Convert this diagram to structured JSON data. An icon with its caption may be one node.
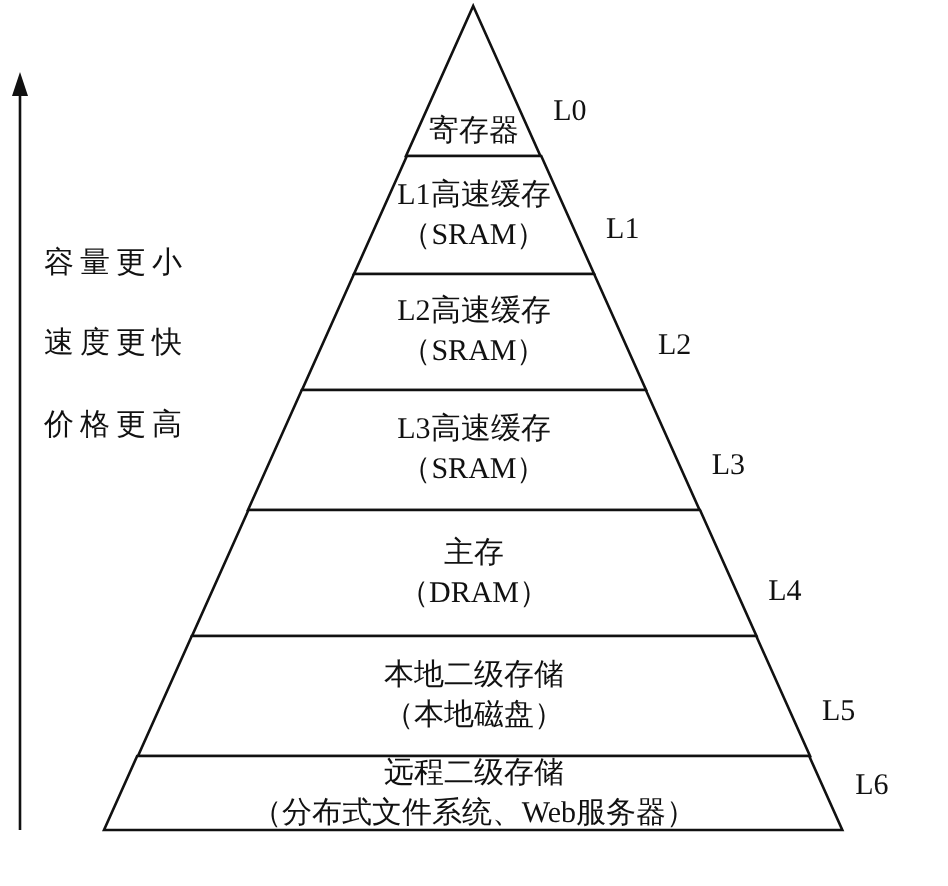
{
  "diagram": {
    "nodes": [
      {
        "text": [
          "寄存器"
        ],
        "beside": [
          "L0"
        ]
      },
      {
        "text": [
          "L1高速缓存",
          "（SRAM）"
        ],
        "beside": [
          "L1"
        ]
      },
      {
        "text": [
          "L2高速缓存",
          "（SRAM）"
        ],
        "beside": [
          "L2"
        ]
      },
      {
        "text": [
          "L3高速缓存",
          "（SRAM）"
        ],
        "beside": [
          "L3"
        ]
      },
      {
        "text": [
          "主存",
          "（DRAM）"
        ],
        "beside": [
          "L4"
        ]
      },
      {
        "text": [
          "本地二级存储",
          "（本地磁盘）"
        ],
        "beside": [
          "L5"
        ]
      },
      {
        "text": [
          "远程二级存储",
          "（分布式文件系统、Web服务器）"
        ],
        "beside": [
          "L6"
        ]
      }
    ],
    "edges": [],
    "labels": [
      "容量更小",
      "速度更快",
      "价格更高"
    ]
  }
}
